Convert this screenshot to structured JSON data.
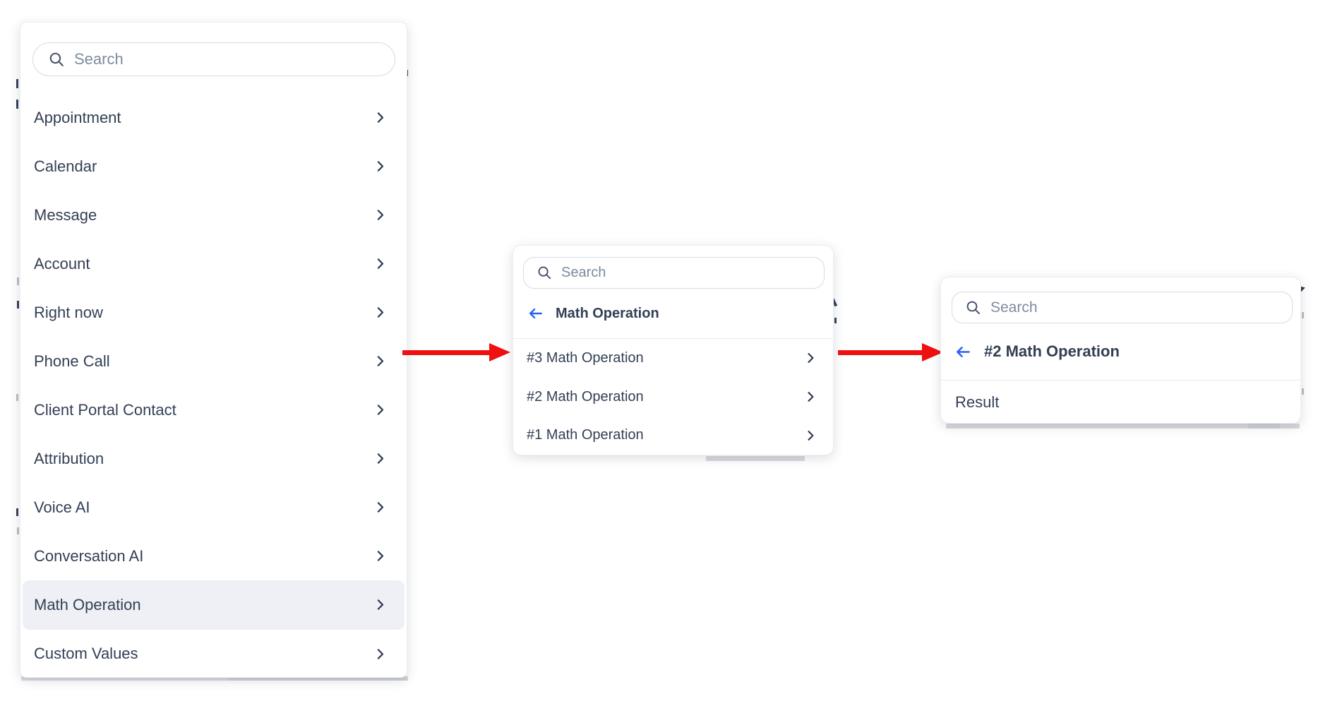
{
  "ui": {
    "colors": {
      "text": "#333f55",
      "placeholder": "#7e8ba0",
      "icon": "#46536b",
      "accent_blue": "#2961f0",
      "arrow_red": "#ef1010",
      "highlight_bg": "#eef0f5",
      "divider": "#e7eaf0",
      "search_border": "#d5dae3"
    }
  },
  "panel1": {
    "search": {
      "placeholder": "Search"
    },
    "items": [
      {
        "label": "Appointment"
      },
      {
        "label": "Calendar"
      },
      {
        "label": "Message"
      },
      {
        "label": "Account"
      },
      {
        "label": "Right now"
      },
      {
        "label": "Phone Call"
      },
      {
        "label": "Client Portal Contact"
      },
      {
        "label": "Attribution"
      },
      {
        "label": "Voice AI"
      },
      {
        "label": "Conversation AI"
      },
      {
        "label": "Math Operation",
        "selected": true
      },
      {
        "label": "Custom Values"
      }
    ]
  },
  "panel2": {
    "search": {
      "placeholder": "Search"
    },
    "header": {
      "label": "Math Operation"
    },
    "items": [
      {
        "label": "#3 Math Operation"
      },
      {
        "label": "#2 Math Operation"
      },
      {
        "label": "#1 Math Operation"
      }
    ]
  },
  "panel3": {
    "search": {
      "placeholder": "Search"
    },
    "header": {
      "label": "#2 Math Operation"
    },
    "items": [
      {
        "label": "Result"
      }
    ]
  }
}
